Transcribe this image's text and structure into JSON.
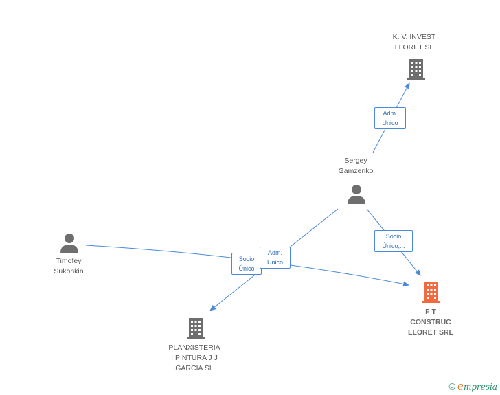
{
  "nodes": {
    "kv_invest": {
      "label": "K.  V. INVEST\nLLORET SL"
    },
    "sergey": {
      "label": "Sergey\nGamzenko"
    },
    "timofey": {
      "label": "Timofey\nSukonkin"
    },
    "ft_construc": {
      "label": "F T\nCONSTRUC\nLLORET SRL"
    },
    "planxisteria": {
      "label": "PLANXISTERIA\nI PINTURA J J\nGARCIA SL"
    }
  },
  "edges": {
    "sergey_kv": "Adm.\nUnico",
    "sergey_ft": "Socio\nÚnico,...",
    "timofey_ft": "Socio\nÚnico",
    "sergey_planx": "Adm.\nUnico"
  },
  "colors": {
    "edge": "#4a8ad8",
    "company": "#6e6e6e",
    "company_highlight": "#f26a3d",
    "person": "#6e6e6e"
  },
  "footer": {
    "copyright_symbol": "©",
    "brand_initial": "e",
    "brand_rest": "mpresia"
  }
}
